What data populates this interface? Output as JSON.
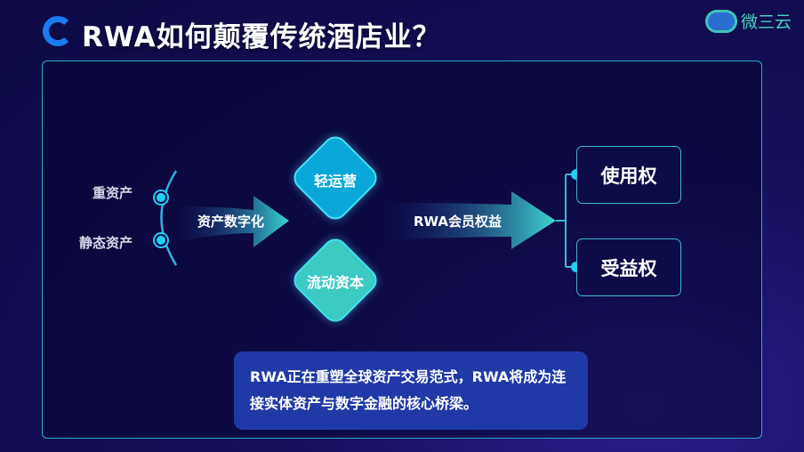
{
  "title": "RWA如何颠覆传统酒店业？",
  "logo": {
    "text": "微三云"
  },
  "left": {
    "items": [
      "重资产",
      "静态资产"
    ],
    "arrow_label": "资产数字化"
  },
  "middle": {
    "diamonds": [
      "轻运营",
      "流动资本"
    ],
    "arrow_label": "RWA会员权益"
  },
  "right": {
    "boxes": [
      "使用权",
      "受益权"
    ]
  },
  "note": "RWA正在重塑全球资产交易范式，RWA将成为连接实体资产与数字金融的核心桥梁。",
  "colors": {
    "diamond1": "#0aa8d8",
    "diamond2": "#3ccac4",
    "note_bg": "#1f3aa6",
    "accent": "#1fd0f0"
  }
}
